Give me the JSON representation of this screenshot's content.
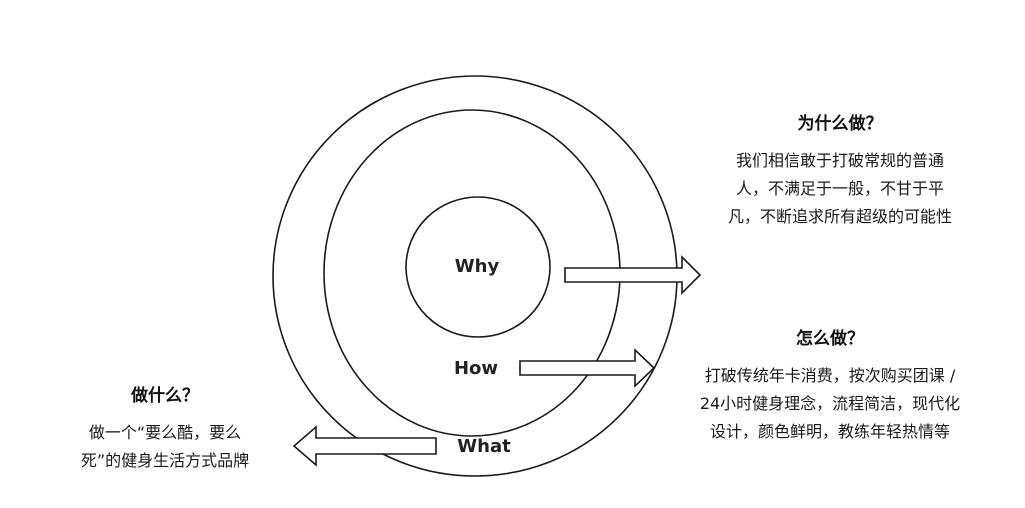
{
  "rings": {
    "why_label": "Why",
    "how_label": "How",
    "what_label": "What"
  },
  "why_block": {
    "title": "为什么做？",
    "lines": [
      "我们相信敢于打破常规的普通",
      "人，不满足于一般，不甘于平",
      "凡，不断追求所有超级的可能性"
    ]
  },
  "how_block": {
    "title": "怎么做？",
    "lines": [
      "打破传统年卡消费，按次购买团课 /",
      "24小时健身理念，流程简洁，现代化",
      "设计，颜色鲜明，教练年轻热情等"
    ]
  },
  "what_block": {
    "title": "做什么？",
    "lines": [
      "做一个“要么酷，要么",
      "死”的健身生活方式品牌"
    ]
  }
}
